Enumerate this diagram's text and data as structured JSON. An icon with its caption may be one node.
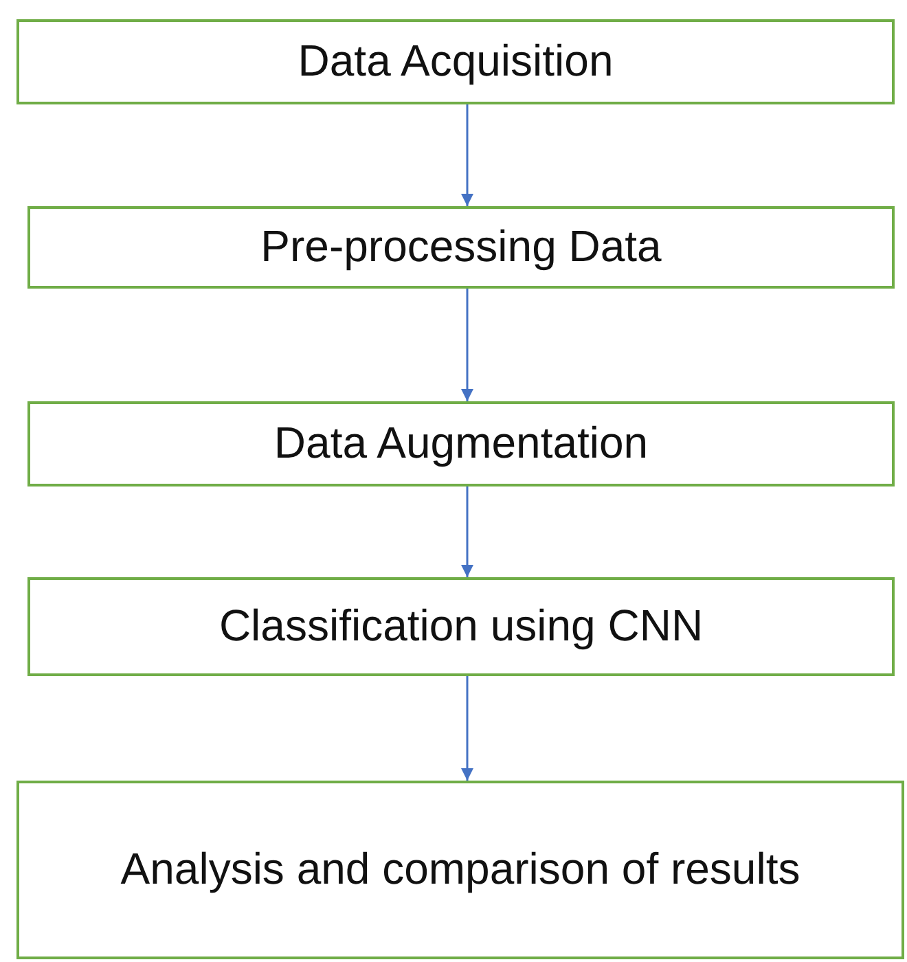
{
  "diagram": {
    "nodes": [
      {
        "text": [
          "Data Acquisition"
        ]
      },
      {
        "text": [
          "Pre-processing Data"
        ]
      },
      {
        "text": [
          "Data Augmentation"
        ]
      },
      {
        "text": [
          "Classification using CNN"
        ]
      },
      {
        "text": [
          "Analysis and comparison of results"
        ]
      }
    ],
    "edges": [
      {
        "from": 0,
        "to": 1,
        "arrow": "to"
      },
      {
        "from": 1,
        "to": 2,
        "arrow": "to"
      },
      {
        "from": 2,
        "to": 3,
        "arrow": "to"
      },
      {
        "from": 3,
        "to": 4,
        "arrow": "to"
      }
    ]
  }
}
